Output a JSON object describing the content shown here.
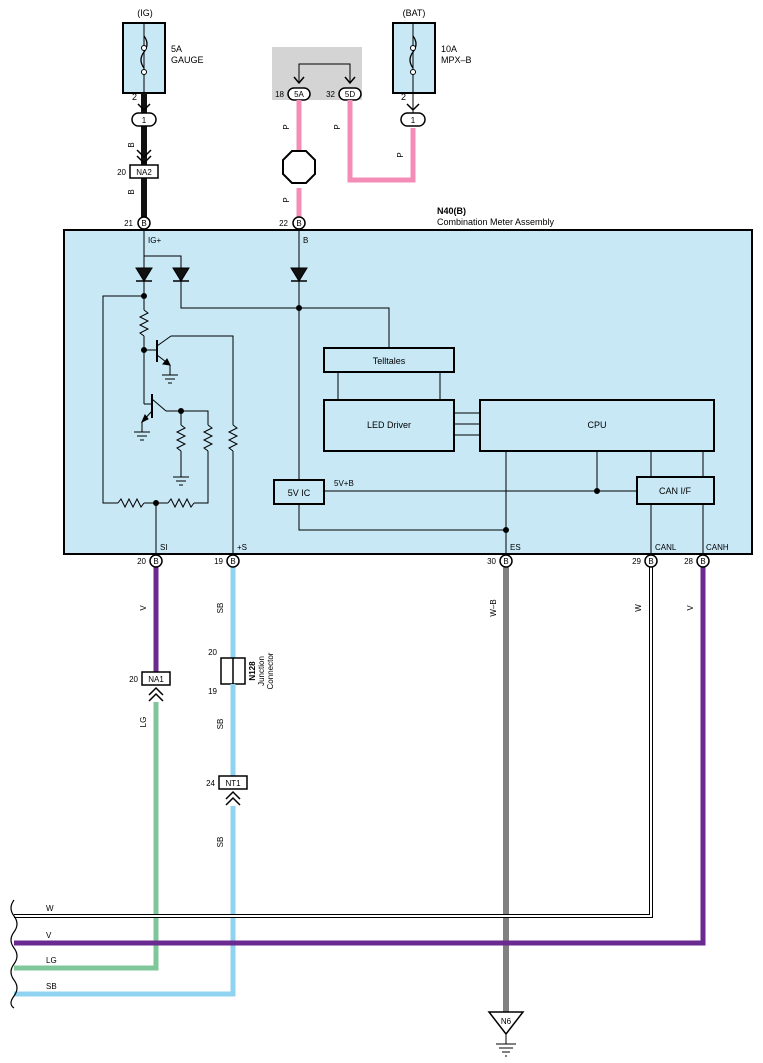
{
  "colors": {
    "module_fill": "#c8e8f6",
    "relay_box": "#d4d4d4",
    "P": "#f48cb8",
    "B": "#111111",
    "V": "#6a2a90",
    "SB": "#8fd3f0",
    "LG": "#7fc79a",
    "W": "#ffffff"
  },
  "fuses": {
    "gauge": {
      "source": "(IG)",
      "rating": "5A",
      "name": "GAUGE",
      "pin": "2",
      "conn": "1"
    },
    "mpxb": {
      "source": "(BAT)",
      "rating": "10A",
      "name": "MPX–B",
      "pin": "2",
      "conn": "1"
    }
  },
  "relay": {
    "pin_left": "18",
    "term_left": "5A",
    "pin_right": "32",
    "term_right": "5D"
  },
  "connectors": {
    "na2": {
      "pin": "20",
      "name": "NA2"
    },
    "na1": {
      "pin": "20",
      "name": "NA1"
    },
    "nt1": {
      "pin": "24",
      "name": "NT1"
    },
    "n128": {
      "pin_top": "20",
      "pin_bottom": "19",
      "id": "N128",
      "desc1": "Junction",
      "desc2": "Connector"
    }
  },
  "module": {
    "id": "N40(B)",
    "name": "Combination Meter Assembly",
    "pin_letter": "B",
    "top_pins": [
      {
        "num": "21",
        "sig": "IG+"
      },
      {
        "num": "22",
        "sig": "B"
      }
    ],
    "bottom_pins": [
      {
        "num": "20",
        "sig": "SI"
      },
      {
        "num": "19",
        "sig": "+S"
      },
      {
        "num": "30",
        "sig": "ES"
      },
      {
        "num": "29",
        "sig": "CANL"
      },
      {
        "num": "28",
        "sig": "CANH"
      }
    ],
    "blocks": {
      "telltales": "Telltales",
      "led_driver": "LED Driver",
      "cpu": "CPU",
      "ic5v": "5V IC",
      "can_if": "CAN I/F",
      "rail": "5V+B"
    }
  },
  "wire_labels": {
    "gauge_upper": "B",
    "gauge_lower": "B",
    "p_left_upper": "P",
    "p_left_lower": "P",
    "p_right_upper": "P",
    "p_right_lower": "P",
    "si": "V",
    "si_lower": "LG",
    "plus_s_upper": "SB",
    "plus_s_mid": "SB",
    "plus_s_lower": "SB",
    "es": "W–B",
    "canl": "W",
    "canh": "V"
  },
  "bus": [
    "W",
    "V",
    "LG",
    "SB"
  ],
  "ground": "N6"
}
